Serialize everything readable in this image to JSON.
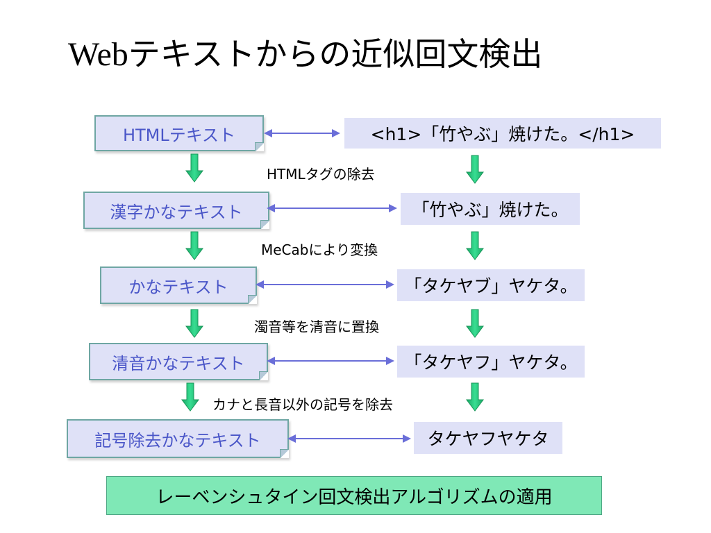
{
  "title": {
    "latin": "Web",
    "rest": "テキストからの近似回文検出"
  },
  "left_boxes": [
    "HTMLテキスト",
    "漢字かなテキスト",
    "かなテキスト",
    "清音かなテキスト",
    "記号除去かなテキスト"
  ],
  "right_boxes": [
    "<h1>「竹やぶ」焼けた。</h1>",
    "「竹やぶ」焼けた。",
    "「タケヤブ」ヤケタ。",
    "「タケヤフ」ヤケタ。",
    "タケヤフヤケタ"
  ],
  "steps": [
    "HTMLタグの除去",
    "MeCabにより変換",
    "濁音等を清音に置換",
    "カナと長音以外の記号を除去"
  ],
  "final": "レーベンシュタイン回文検出アルゴリズムの適用",
  "colors": {
    "box_fill": "#dfe1f7",
    "left_text": "#4a56c8",
    "arrow_green": "#2ecf86",
    "link_arrow": "#6a6ed8",
    "final_fill": "#7fe8b6"
  }
}
